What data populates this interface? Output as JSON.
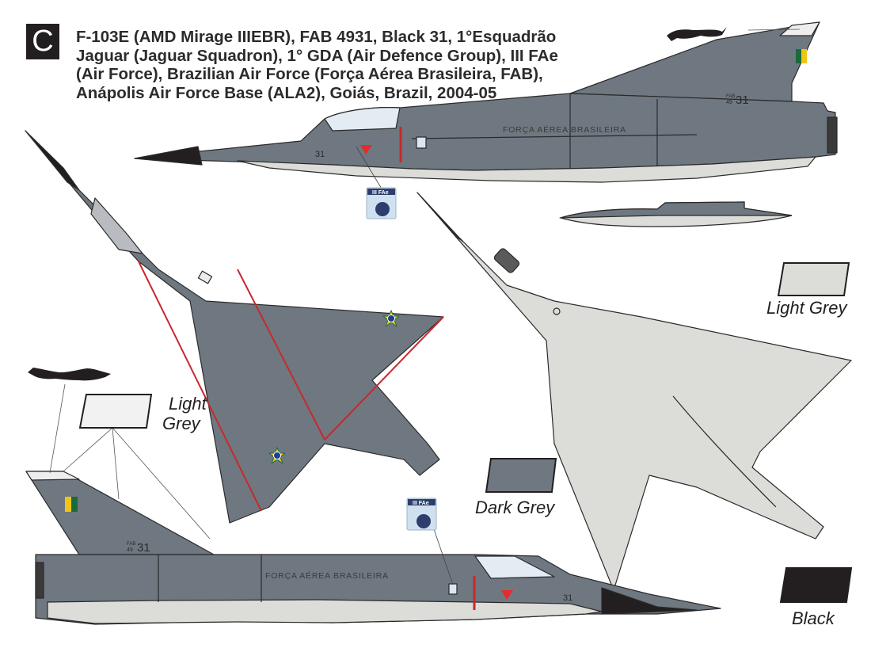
{
  "header": {
    "variant_letter": "C",
    "title_lines": [
      "F-103E (AMD Mirage IIIEBR), FAB 4931, Black 31, 1°Esquadrão",
      "Jaguar (Jaguar Squadron), 1° GDA (Air Defence Group), III FAe",
      "(Air Force), Brazilian Air Force (Força Aérea Brasileira, FAB),",
      "Anápolis Air Force Base (ALA2), Goiás, Brazil, 2004-05"
    ]
  },
  "colors": {
    "dark_grey": "#6f7880",
    "light_grey": "#dcdcd8",
    "black": "#231f20",
    "red_trim": "#c8282d",
    "roundel_blue": "#1f3f8f",
    "roundel_yellow": "#f2c416",
    "roundel_green": "#1a6b3a",
    "canopy": "#e3ecf3"
  },
  "swatches": [
    {
      "name": "Light Grey",
      "color": "#f2f2f2",
      "lines": [
        "Light",
        "Grey"
      ]
    },
    {
      "name": "Light Grey",
      "color": "#dcdcd8",
      "lines": [
        "Light Grey"
      ]
    },
    {
      "name": "Dark Grey",
      "color": "#6f7880",
      "lines": [
        "Dark Grey"
      ]
    },
    {
      "name": "Black",
      "color": "#231f20",
      "lines": [
        "Black"
      ]
    }
  ],
  "markings": {
    "fuselage_text": "FORÇA AÉREA BRASILEIRA",
    "nose_number": "31",
    "fin_serial_small_top": "FAB",
    "fin_serial_small_bottom": "49",
    "fin_serial_large": "31",
    "badge_text": "III FAe"
  },
  "views": [
    "left-side-profile-top",
    "upper-surface-plan",
    "lower-surface-plan",
    "external-fuel-tank",
    "right-side-profile-bottom"
  ]
}
